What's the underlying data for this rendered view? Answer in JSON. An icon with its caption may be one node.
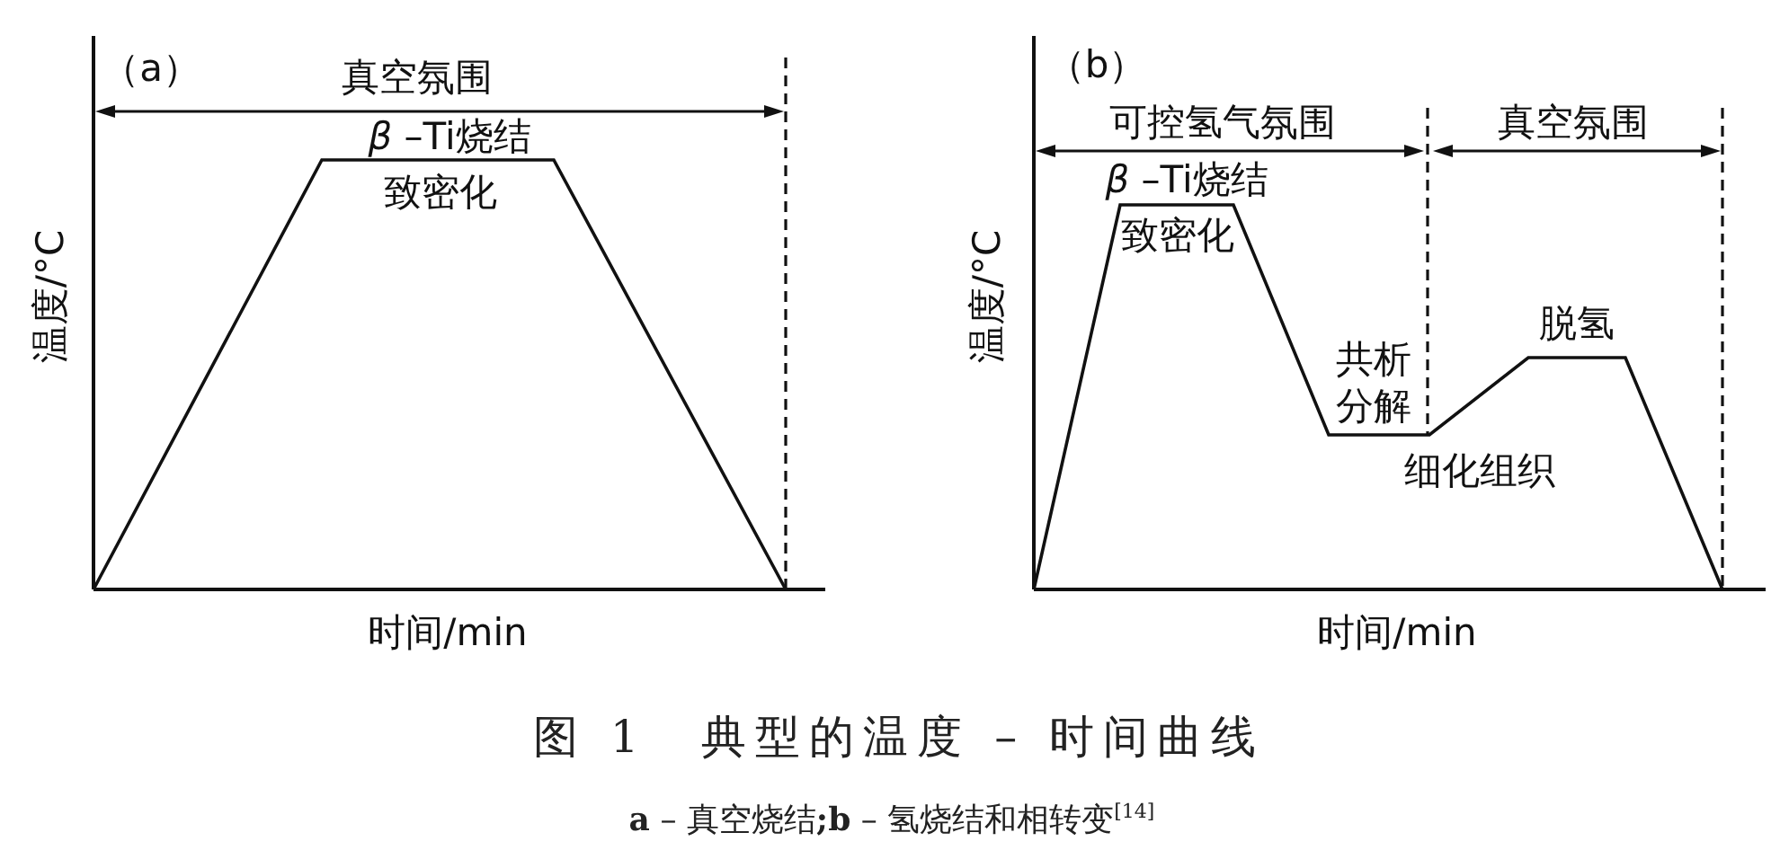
{
  "diagram": {
    "title": "图 1　典型的温度 – 时间曲线",
    "caption": "**a** – 真空烧结**;b** – 氢烧结和相转变$^{[14]}$",
    "labels": [
      "（a）",
      "真空氛围",
      "*β* –Ti烧结",
      "致密化",
      "温度/°C",
      "时间/min",
      "（b）",
      "可控氢气氛围",
      "真空氛围",
      "*β* –Ti烧结",
      "致密化",
      "共析分解",
      "脱氢",
      "细化组织",
      "温度/°C",
      "时间/min"
    ]
  }
}
